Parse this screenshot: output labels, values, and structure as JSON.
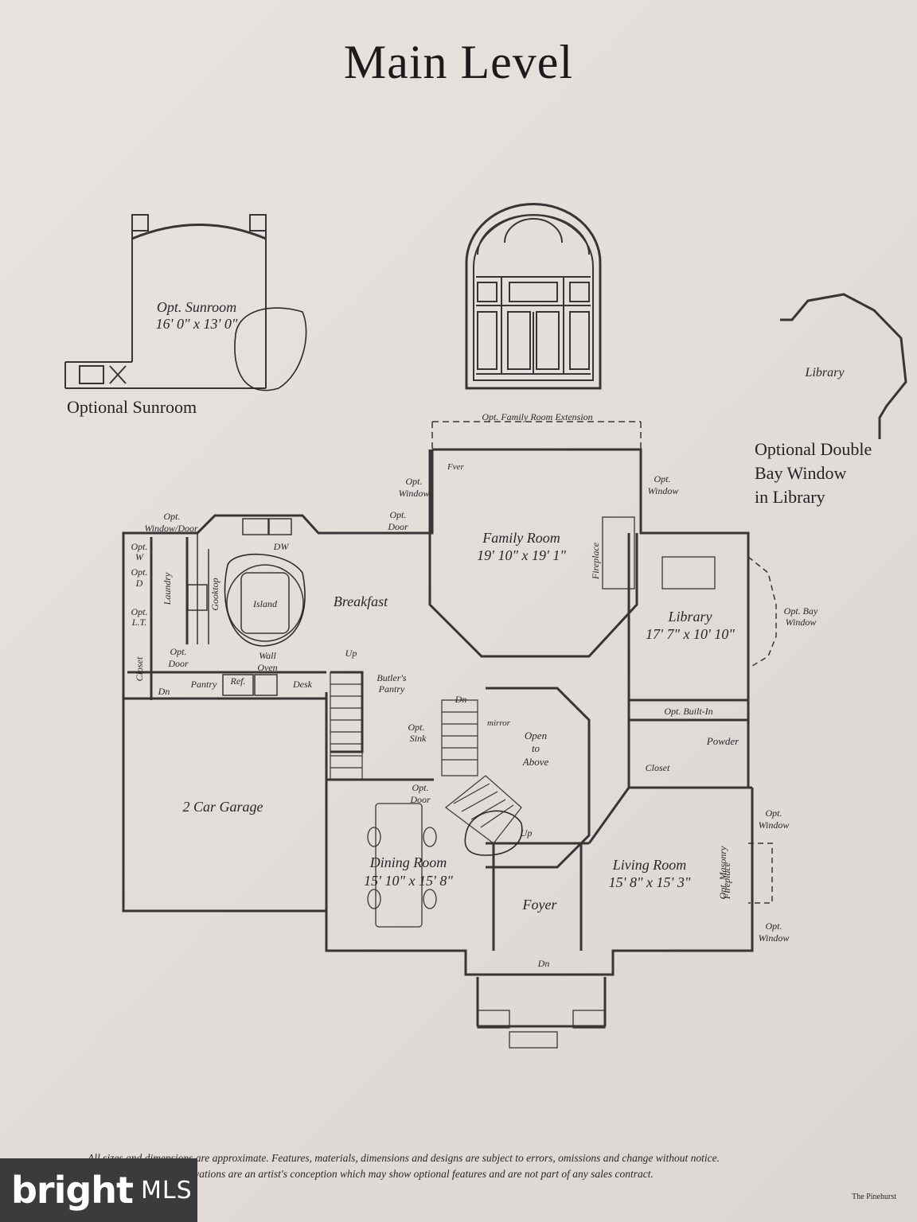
{
  "title": "Main Level",
  "sunroom": {
    "heading": "Optional Sunroom",
    "name": "Opt. Sunroom",
    "size": "16' 0\" x 13' 0\""
  },
  "bay": {
    "library_label": "Library",
    "heading_line1": "Optional Double",
    "heading_line2": "Bay Window",
    "heading_line3": "in Library"
  },
  "rooms": {
    "family": {
      "name": "Family Room",
      "size": "19' 10\" x 19' 1\""
    },
    "library": {
      "name": "Library",
      "size": "17' 7\" x 10' 10\""
    },
    "breakfast": {
      "name": "Breakfast"
    },
    "island": "Island",
    "garage": "2 Car Garage",
    "dining": {
      "name": "Dining Room",
      "size": "15' 10\" x 15' 8\""
    },
    "living": {
      "name": "Living Room",
      "size": "15' 8\" x 15' 3\""
    },
    "foyer": "Foyer",
    "open_line1": "Open",
    "open_line2": "to",
    "open_line3": "Above"
  },
  "labels": {
    "family_ext": "Opt. Family Room Extension",
    "opt": "Opt.",
    "window": "Window",
    "door": "Door",
    "window_door": "Window/Door",
    "dw": "DW",
    "fireplace": "Fireplace",
    "opt_bay": "Opt. Bay",
    "laundry": "Laundry",
    "gooktop": "Gooktop",
    "w": "W",
    "d": "D",
    "lt": "L.T.",
    "closet": "Closet",
    "wall": "Wall",
    "oven": "Oven",
    "up": "Up",
    "dn": "Dn",
    "butlers": "Butler's",
    "pantry_cap": "Pantry",
    "ref": "Ref.",
    "desk": "Desk",
    "sink": "Sink",
    "opt_builtin": "Opt. Built-In",
    "powder": "Powder",
    "opt_masonry": "Opt. Masonry",
    "handwritten_fvr": "Fver",
    "handwritten_mirror": "mirror"
  },
  "disclaimer_line1": "All sizes and dimensions are approximate. Features, materials, dimensions and designs are subject to errors, omissions and change without notice.",
  "disclaimer_line2": "Renderings and elevations are an artist's conception which may show optional features and are not part of any sales contract.",
  "footer_plan_name": "The Pinehurst",
  "logo": {
    "brand": "bright",
    "suffix": "MLS"
  },
  "colors": {
    "paper": "#e4dfdb",
    "ink": "#2a2628",
    "logo_bg": "#3b3a3d"
  }
}
